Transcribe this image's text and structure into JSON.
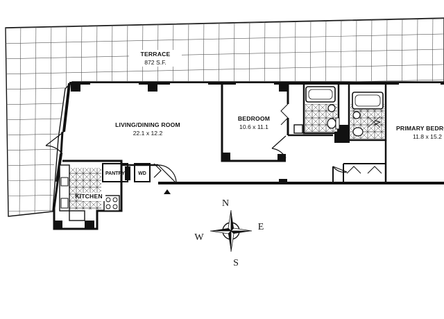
{
  "rooms": {
    "terrace": {
      "name": "TERRACE",
      "size": "872 S.F."
    },
    "living": {
      "name": "LIVING/DINING ROOM",
      "dims": "22.1 x 12.2"
    },
    "bedroom": {
      "name": "BEDROOM",
      "dims": "10.6 x 11.1"
    },
    "primary": {
      "name": "PRIMARY BEDROOM",
      "dims": "11.8 x 15.2"
    },
    "kitchen": {
      "name": "KITCHEN"
    },
    "pantry": {
      "name": "PANTRY"
    },
    "wd": {
      "name": "WD"
    }
  },
  "compass": {
    "north": "N",
    "south": "S",
    "east": "E",
    "west": "W"
  }
}
